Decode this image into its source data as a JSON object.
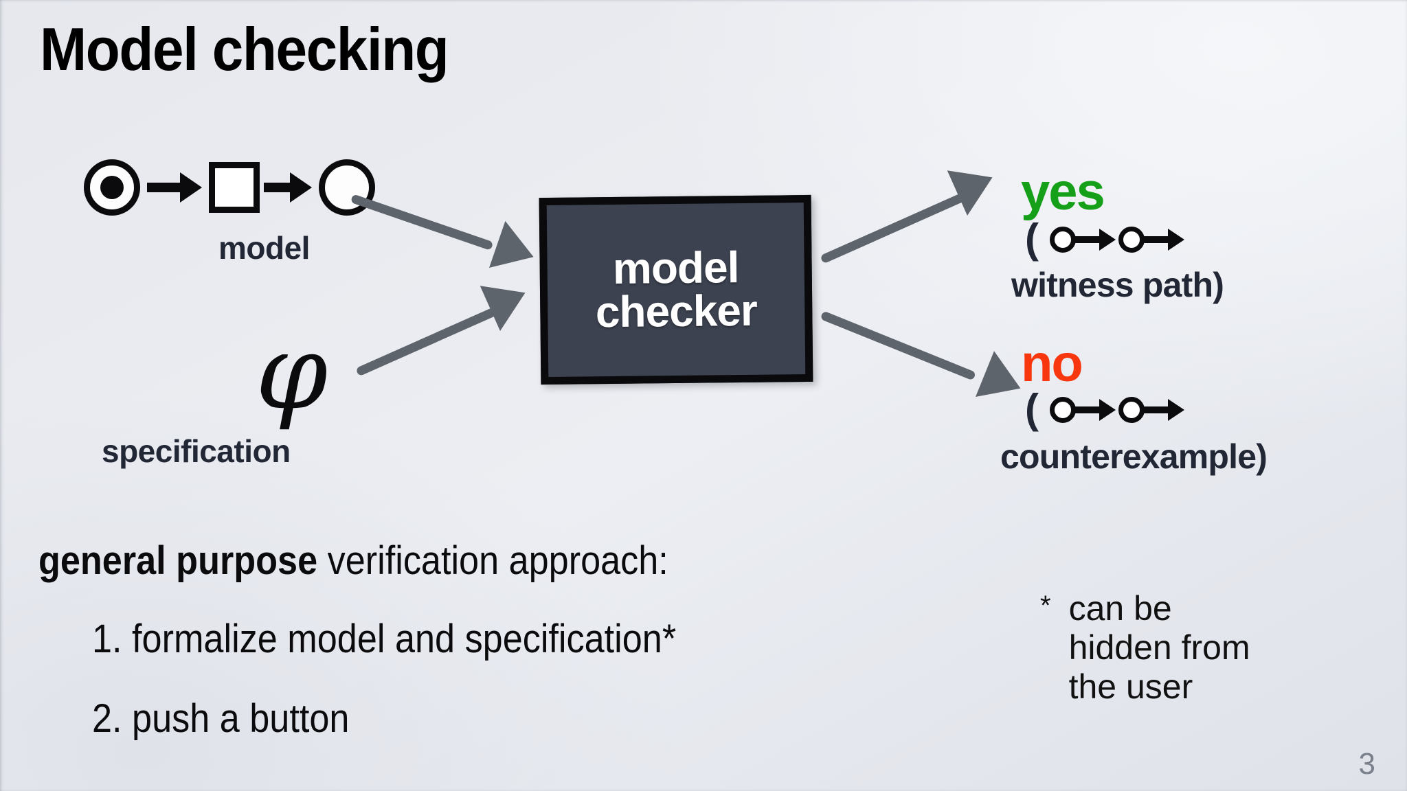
{
  "slide": {
    "title": "Model checking",
    "page_number": "3",
    "background_color": "#e8eaef"
  },
  "diagram": {
    "inputs": [
      {
        "id": "model",
        "label": "model",
        "glyph": "petri-net",
        "parts": [
          "marked-place-circle",
          "arrow",
          "transition-square",
          "arrow",
          "empty-place-circle"
        ]
      },
      {
        "id": "specification",
        "label": "specification",
        "glyph": "phi-symbol",
        "symbol": "φ"
      }
    ],
    "processor": {
      "line1": "model",
      "line2": "checker",
      "fill_color": "#3c4250",
      "border_color": "#0a0a0c",
      "text_color": "#ffffff"
    },
    "arrow_color": "#5e646b",
    "outputs": [
      {
        "id": "yes",
        "verdict": "yes",
        "verdict_color": "#16a01a",
        "open_paren": "(",
        "path_glyph": "circle-arrow-circle-arrow",
        "caption": "witness path)"
      },
      {
        "id": "no",
        "verdict": "no",
        "verdict_color": "#f8370e",
        "open_paren": "(",
        "path_glyph": "circle-arrow-circle-arrow",
        "caption": "counterexample)"
      }
    ]
  },
  "body": {
    "intro_strong": "general purpose",
    "intro_rest": " verification approach:",
    "steps": [
      "1. formalize model and specification*",
      "2. push a button"
    ]
  },
  "footnote": {
    "marker": "*",
    "text": "can be\nhidden from\nthe user"
  }
}
